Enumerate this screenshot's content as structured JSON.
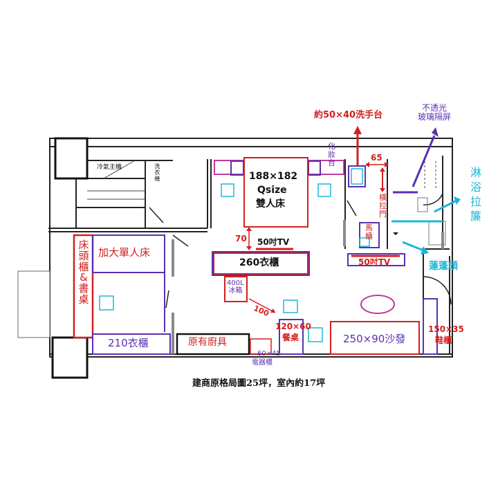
{
  "colors": {
    "red": "#d21f1f",
    "purple": "#5a2fb0",
    "cyan": "#1cb7d6",
    "magenta": "#c0399b",
    "black": "#111111"
  },
  "labels": {
    "sink": "約50×40洗手台",
    "glass_screen": "不透光\n玻璃隔屏",
    "curtain_1": "淋",
    "curtain_2": "浴",
    "curtain_3": "拉",
    "curtain_4": "簾",
    "vanity": "化\n妝\n台",
    "dim_65": "65",
    "sliding_door": "橫\n拉\n門",
    "bed_size": "188×182",
    "bed_type": "Qsize",
    "bed_name": "雙人床",
    "dim_70": "70",
    "tv_50_a": "50吋TV",
    "wardrobe_260": "260衣櫃",
    "toilet": "馬\n桶",
    "tv_50_b": "50吋TV",
    "shower_head": "蓮蓬頭",
    "single_bed": "加大單人床",
    "nightstand_desk": "床\n頭\n櫃\n&\n書\n桌",
    "fridge": "400L\n冰箱",
    "dim_100": "100",
    "dining_size": "120×60",
    "dining_name": "餐桌",
    "sofa": "250×90沙發",
    "shoe_size": "150×35",
    "shoe_name": "鞋櫃",
    "wardrobe_210": "210衣櫃",
    "kitchen": "原有廚具",
    "appliance_size": "60×45",
    "appliance_name": "電器櫃",
    "ac_unit": "冷氣主機",
    "washer": "洗衣機",
    "caption": "建商原格局圖25坪，室內約17坪"
  }
}
